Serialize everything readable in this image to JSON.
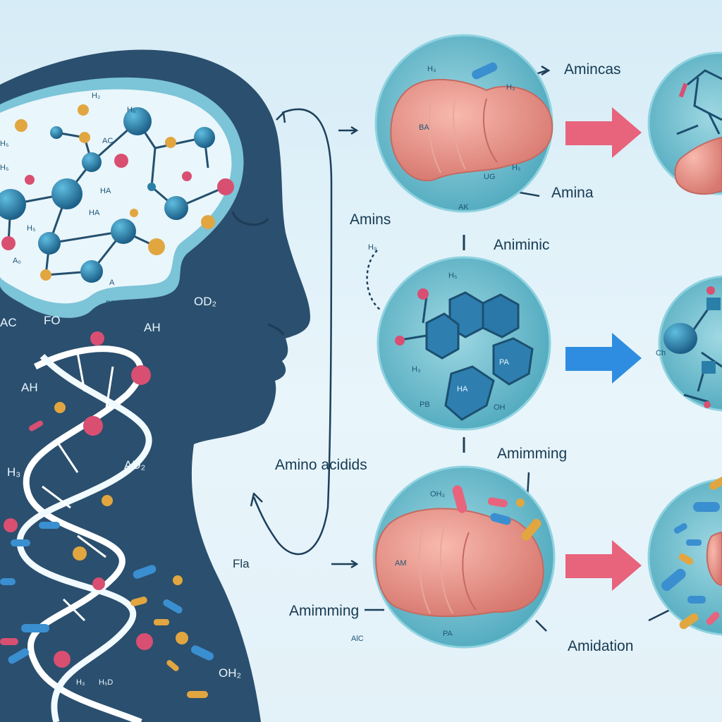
{
  "labels": {
    "aminecas": "Amincas",
    "amina": "Amina",
    "amins": "Amins",
    "animinic": "Animinic",
    "amino_acids": "Amino acidids",
    "amimming_mid": "Amimming",
    "amimming_low": "Amimming",
    "fla": "Fla",
    "amidation": "Amidation"
  },
  "head_labels": {
    "od2": "OD₂",
    "fo": "FO",
    "ac": "AC",
    "ah": "AH",
    "ah2": "AH",
    "ad2": "AD₂",
    "h3": "H₃",
    "oh2": "OH₂",
    "h3b": "H₃",
    "h5d": "H₅D"
  },
  "molecule_labels": [
    "H₂",
    "H₅",
    "AC",
    "H₅",
    "HA",
    "H₅",
    "HA",
    "A₀",
    "PB",
    "H₅",
    "A"
  ],
  "circle_labels": {
    "c1_h3": "H₃",
    "c1_h3b": "H₃",
    "c1_ug": "UG",
    "c1_ak": "AK",
    "c1_hg": "H₅",
    "c1_ba": "BA",
    "c3_hg": "H₅",
    "c3_h3": "H₃",
    "c3_pb": "PB",
    "c3_oh": "OH",
    "c3_ha": "HA",
    "c3_pa": "PA",
    "c5_oh": "OH₃",
    "c5_am": "AM",
    "c5_pa": "PA",
    "h9": "H₉",
    "ch": "Ch",
    "alc": "AlC"
  },
  "colors": {
    "background": "#d6ecf6",
    "head": "#2b4f6e",
    "head_rim": "#7cc4d8",
    "brain": "#e9f6fb",
    "circle": "#5fb8c8",
    "organ": "#ec9a8e",
    "arrow_pink": "#e8637c",
    "arrow_blue": "#2e8de0",
    "atom_blue": "#2a7fa8",
    "atom_pink": "#d84f72",
    "atom_gold": "#e1a640"
  }
}
